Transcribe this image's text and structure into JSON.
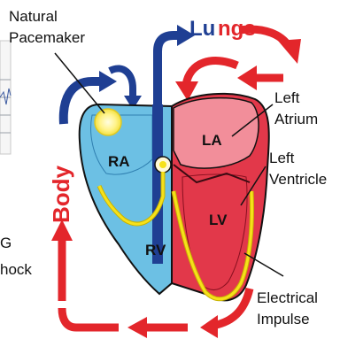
{
  "labels": {
    "natural_pacemaker_line1": "Natural",
    "natural_pacemaker_line2": "Pacemaker",
    "lungs": "Lungs",
    "body": "Body",
    "left_atrium_line1": "Left",
    "left_atrium_line2": "Atrium",
    "left_ventricle_line1": "Left",
    "left_ventricle_line2": "Ventricle",
    "electrical_impulse_line1": "Electrical",
    "electrical_impulse_line2": "Impulse",
    "ra": "RA",
    "rv": "RV",
    "la": "LA",
    "lv": "LV"
  },
  "cropped_text": {
    "fragment_g": "G",
    "fragment_hock": "hock"
  },
  "colors": {
    "deoxygenated_blue": "#1f3f93",
    "right_heart_fill": "#6cc0e4",
    "oxygenated_red": "#e3262b",
    "left_atrium_fill": "#f28e9a",
    "left_ventricle_fill": "#e2384a",
    "conduction_yellow": "#f6e11a",
    "pacemaker_glow": "#fff8a8",
    "outline": "#111111"
  },
  "icons": {
    "blood_flow_arrows": "flow-arrow-icon",
    "conduction_path": "electrical-path-icon"
  }
}
